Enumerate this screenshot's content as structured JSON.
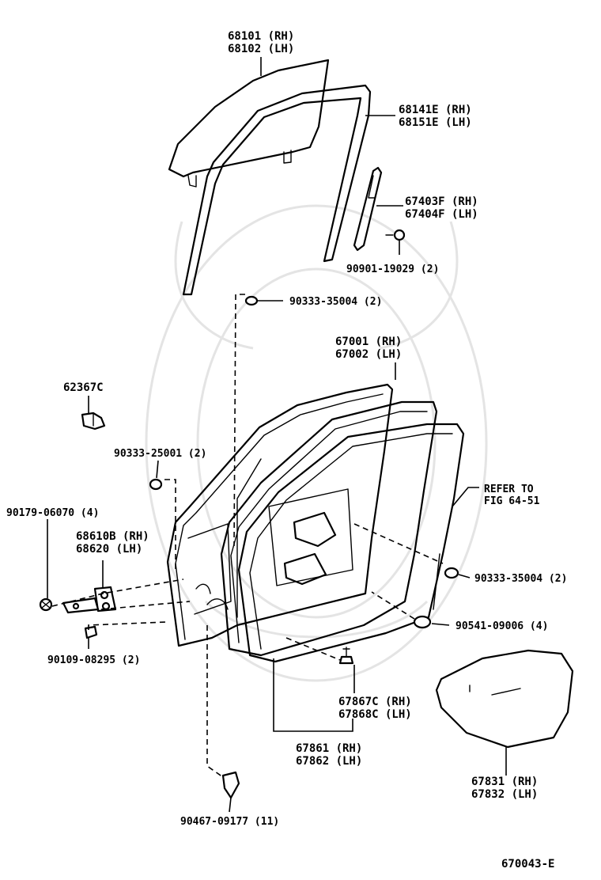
{
  "diagram": {
    "code": "670043-E",
    "labels": {
      "glass": [
        "68101 (RH)",
        "68102 (LH)"
      ],
      "run_channel": [
        "68141E (RH)",
        "68151E (LH)"
      ],
      "sash": [
        "67403F (RH)",
        "67404F (LH)"
      ],
      "sash_bolt": "90901-19029 (2)",
      "upper_hole_plug": "90333-35004 (2)",
      "door_panel": [
        "67001 (RH)",
        "67002 (LH)"
      ],
      "switch": "62367C",
      "hole_plug_left": "90333-25001 (2)",
      "hinge_bolt": "90179-06070 (4)",
      "hinge": [
        "68610B (RH)",
        "68620  (LH)"
      ],
      "refer": [
        "REFER TO",
        "FIG 64-51"
      ],
      "right_hole_plug": "90333-35004 (2)",
      "lower_plug": "90541-09006 (4)",
      "hinge_screw": "90109-08295 (2)",
      "clip": [
        "67867C (RH)",
        "67868C (LH)"
      ],
      "weatherstrip": [
        "67861 (RH)",
        "67862 (LH)"
      ],
      "grommet_clip": "90467-09177 (11)",
      "service_hole_cover": [
        "67831 (RH)",
        "67832 (LH)"
      ]
    }
  }
}
